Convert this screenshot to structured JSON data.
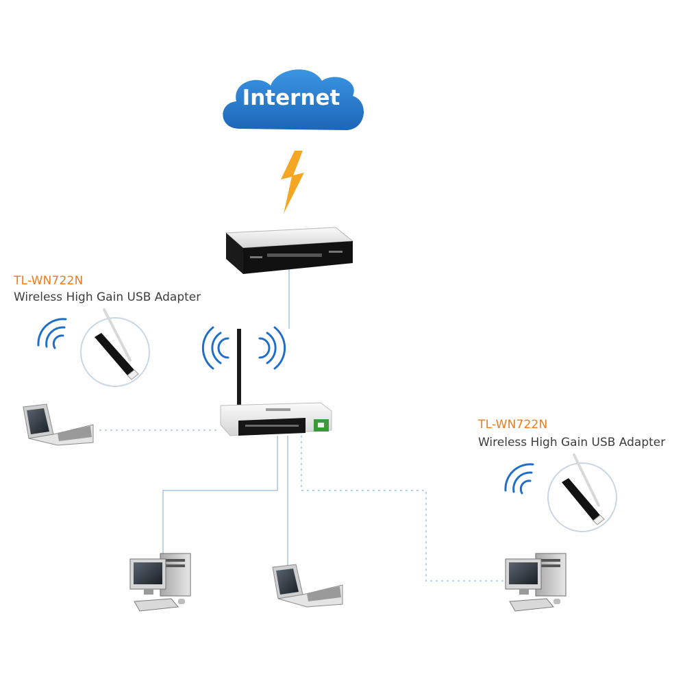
{
  "internet": {
    "label": "Internet"
  },
  "adapter_left": {
    "model": "TL-WN722N",
    "description": "Wireless High Gain USB Adapter"
  },
  "adapter_right": {
    "model": "TL-WN722N",
    "description": "Wireless High Gain USB Adapter"
  },
  "colors": {
    "cloud": "#2a7fd0",
    "lightning": "#f5a623",
    "wired_link": "#b9d3ea",
    "wireless_link": "#b9d3ea",
    "model_text": "#f07a1a",
    "signal_waves": "#1f6fc9"
  },
  "icons": {
    "cloud": "cloud-icon",
    "lightning": "lightning-bolt-icon",
    "modem": "modem-icon",
    "router": "wireless-router-icon",
    "usb_adapter": "usb-adapter-icon",
    "laptop": "laptop-icon",
    "desktop": "desktop-computer-icon",
    "wifi": "wifi-waves-icon"
  }
}
